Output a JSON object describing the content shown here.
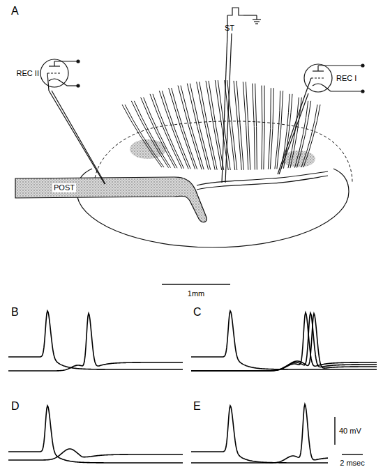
{
  "diagram": {
    "labels": [
      "A",
      "REC II",
      "ST",
      "REC I",
      "POST",
      "1mm",
      "B",
      "C",
      "D",
      "E",
      "40 mV",
      "2 msec"
    ]
  }
}
